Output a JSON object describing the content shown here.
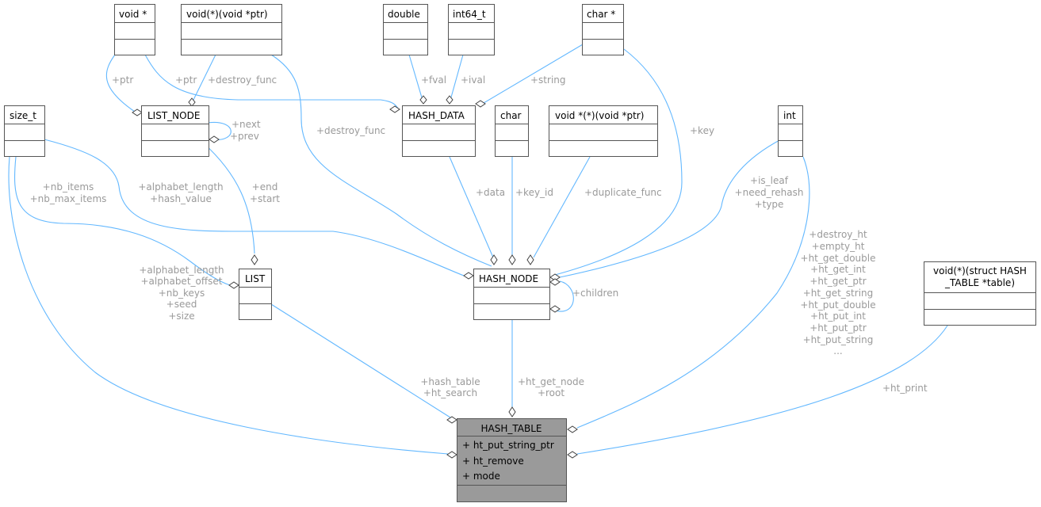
{
  "classes": {
    "void_ptr": "void *",
    "void_fn_ptr": "void(*)(void *ptr)",
    "double": "double",
    "int64_t": "int64_t",
    "char_ptr": "char *",
    "size_t": "size_t",
    "list_node": "LIST_NODE",
    "hash_data": "HASH_DATA",
    "char": "char",
    "dup_fn": "void *(*)(void *ptr)",
    "int": "int",
    "list": "LIST",
    "hash_node": "HASH_NODE",
    "print_fn_line1": "void(*)(struct HASH",
    "print_fn_line2": "_TABLE *table)",
    "hash_table": "HASH_TABLE"
  },
  "hash_table_members": [
    "+  ht_put_string_ptr",
    "+  ht_remove",
    "+  mode"
  ],
  "edge_labels": {
    "ptr_left": "+ptr",
    "ptr_mid": "+ptr",
    "destroy_func_top": "+destroy_func",
    "fval": "+fval",
    "ival": "+ival",
    "string": "+string",
    "next_prev": [
      "+next",
      "+prev"
    ],
    "destroy_func_mid": "+destroy_func",
    "key": "+key",
    "nb_items": [
      "+nb_items",
      "+nb_max_items"
    ],
    "alphabet": [
      "+alphabet_length",
      "+hash_value"
    ],
    "end_start": [
      "+end",
      "+start"
    ],
    "data": "+data",
    "key_id": "+key_id",
    "duplicate_func": "+duplicate_func",
    "is_leaf": [
      "+is_leaf",
      "+need_rehash",
      "+type"
    ],
    "table_funcs": [
      "+destroy_ht",
      "+empty_ht",
      "+ht_get_double",
      "+ht_get_int",
      "+ht_get_ptr",
      "+ht_get_string",
      "+ht_put_double",
      "+ht_put_int",
      "+ht_put_ptr",
      "+ht_put_string",
      "..."
    ],
    "table_sizes": [
      "+alphabet_length",
      "+alphabet_offset",
      "+nb_keys",
      "+seed",
      "+size"
    ],
    "children": "+children",
    "hash_table_search": [
      "+hash_table",
      "+ht_search"
    ],
    "get_node_root": [
      "+ht_get_node",
      "+root"
    ],
    "ht_print": "+ht_print"
  },
  "colors": {
    "edge": "#63b8ff",
    "label": "#9a9a9a",
    "highlight_fill": "#9a9a9a"
  }
}
